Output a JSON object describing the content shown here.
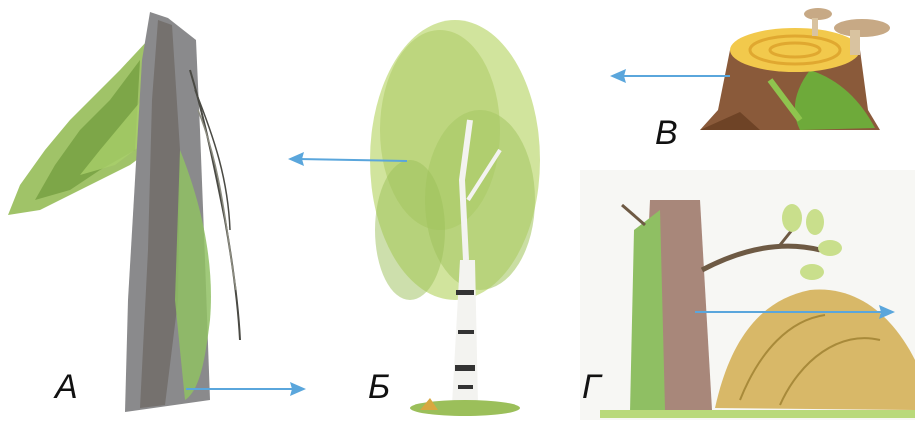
{
  "labels": {
    "a": "А",
    "b": "Б",
    "v": "В",
    "g": "Г"
  },
  "colors": {
    "arrow": "#5aa6dc",
    "bark_dark": "#7a6a5c",
    "moss": "#9bc45a",
    "foliage_light": "#c9df8c",
    "stump_top": "#f2c94c",
    "mushroom": "#c7a985",
    "anthill": "#d8b868"
  },
  "icons": [
    "fir-tree-trunk-picture",
    "birch-tree-picture",
    "stump-picture",
    "tree-with-anthill-picture",
    "arrow-icon"
  ]
}
